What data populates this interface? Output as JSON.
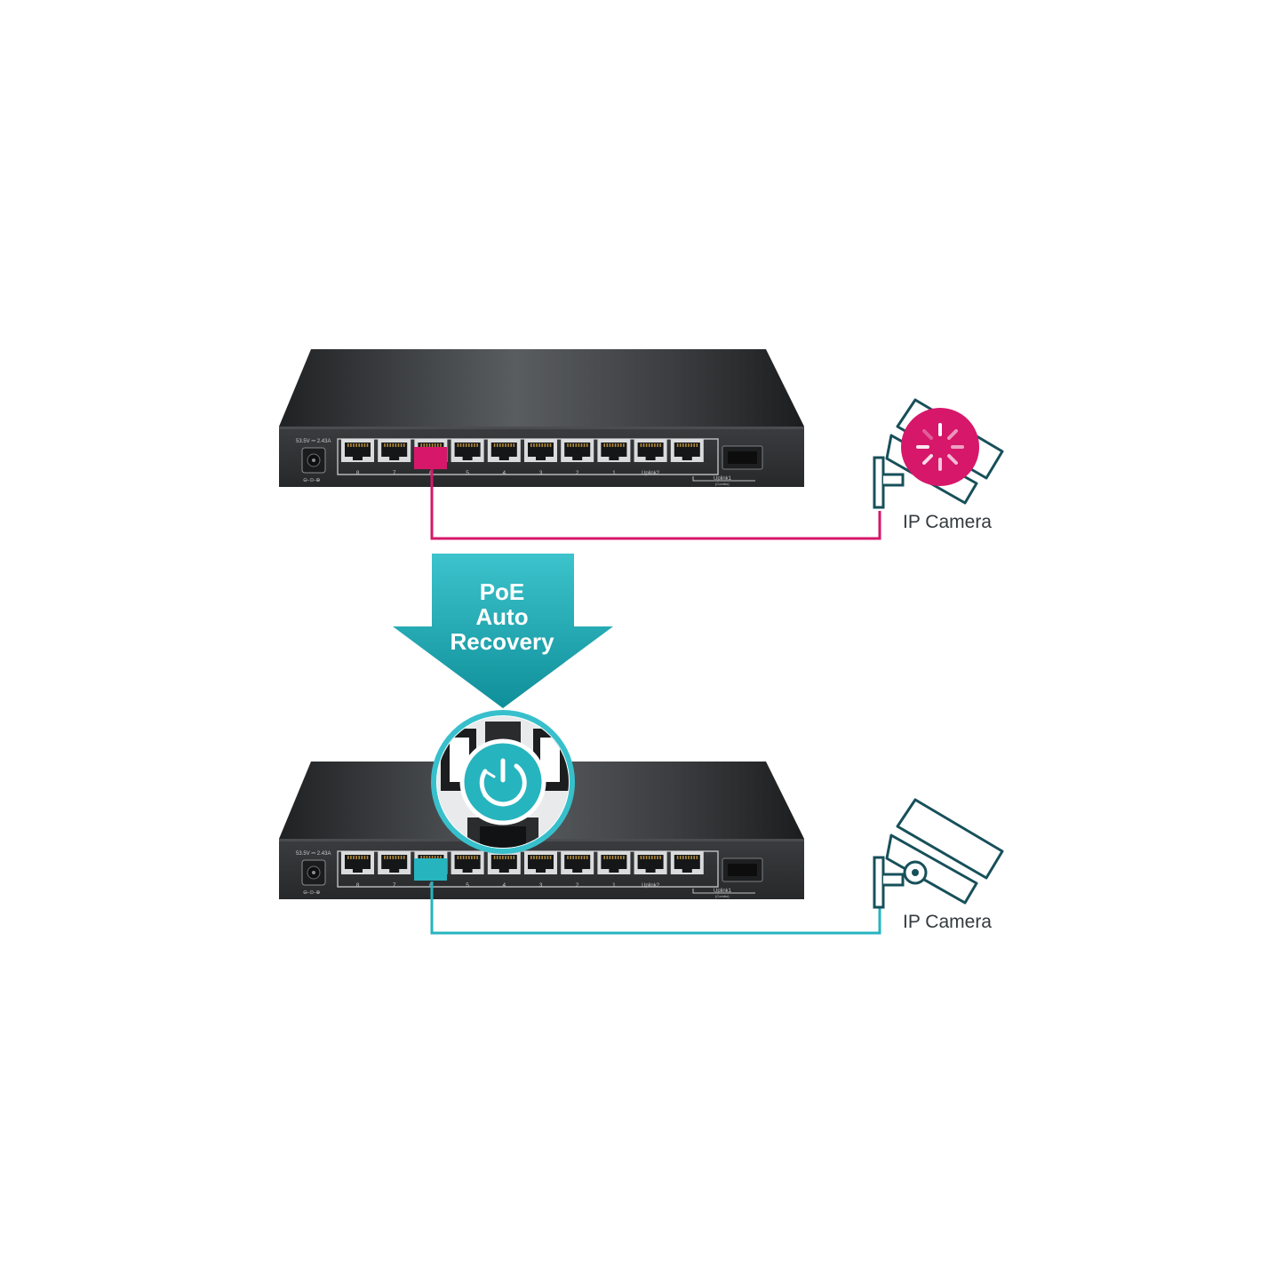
{
  "colors": {
    "background": "#ffffff",
    "fault": "#d6176a",
    "recovered": "#26b4bf",
    "arrow": "#1aa3ad",
    "camera_outline": "#17505a",
    "switch_body": "#2a2c2e",
    "label_text": "#333a3d"
  },
  "top_scenario": {
    "switch": {
      "power_label": "53.5V ⎓ 2.43A",
      "ports": [
        "8",
        "7",
        "6",
        "5",
        "4",
        "3",
        "2",
        "1",
        "Uplink2",
        "Uplink1"
      ],
      "combo_label": "(Combo)",
      "highlighted_port": "6",
      "highlight_color": "fault"
    },
    "device_label": "IP Camera",
    "device_icon": "camera-fault-icon"
  },
  "arrow": {
    "lines": [
      "PoE",
      "Auto",
      "Recovery"
    ]
  },
  "bottom_scenario": {
    "switch": {
      "power_label": "53.5V ⎓ 2.43A",
      "ports": [
        "8",
        "7",
        "6",
        "5",
        "4",
        "3",
        "2",
        "1",
        "Uplink2",
        "Uplink1"
      ],
      "combo_label": "(Combo)",
      "highlighted_port": "6",
      "highlight_color": "recovered"
    },
    "device_label": "IP Camera",
    "device_icon": "camera-ok-icon",
    "zoom_icon": "power-restart-icon"
  }
}
